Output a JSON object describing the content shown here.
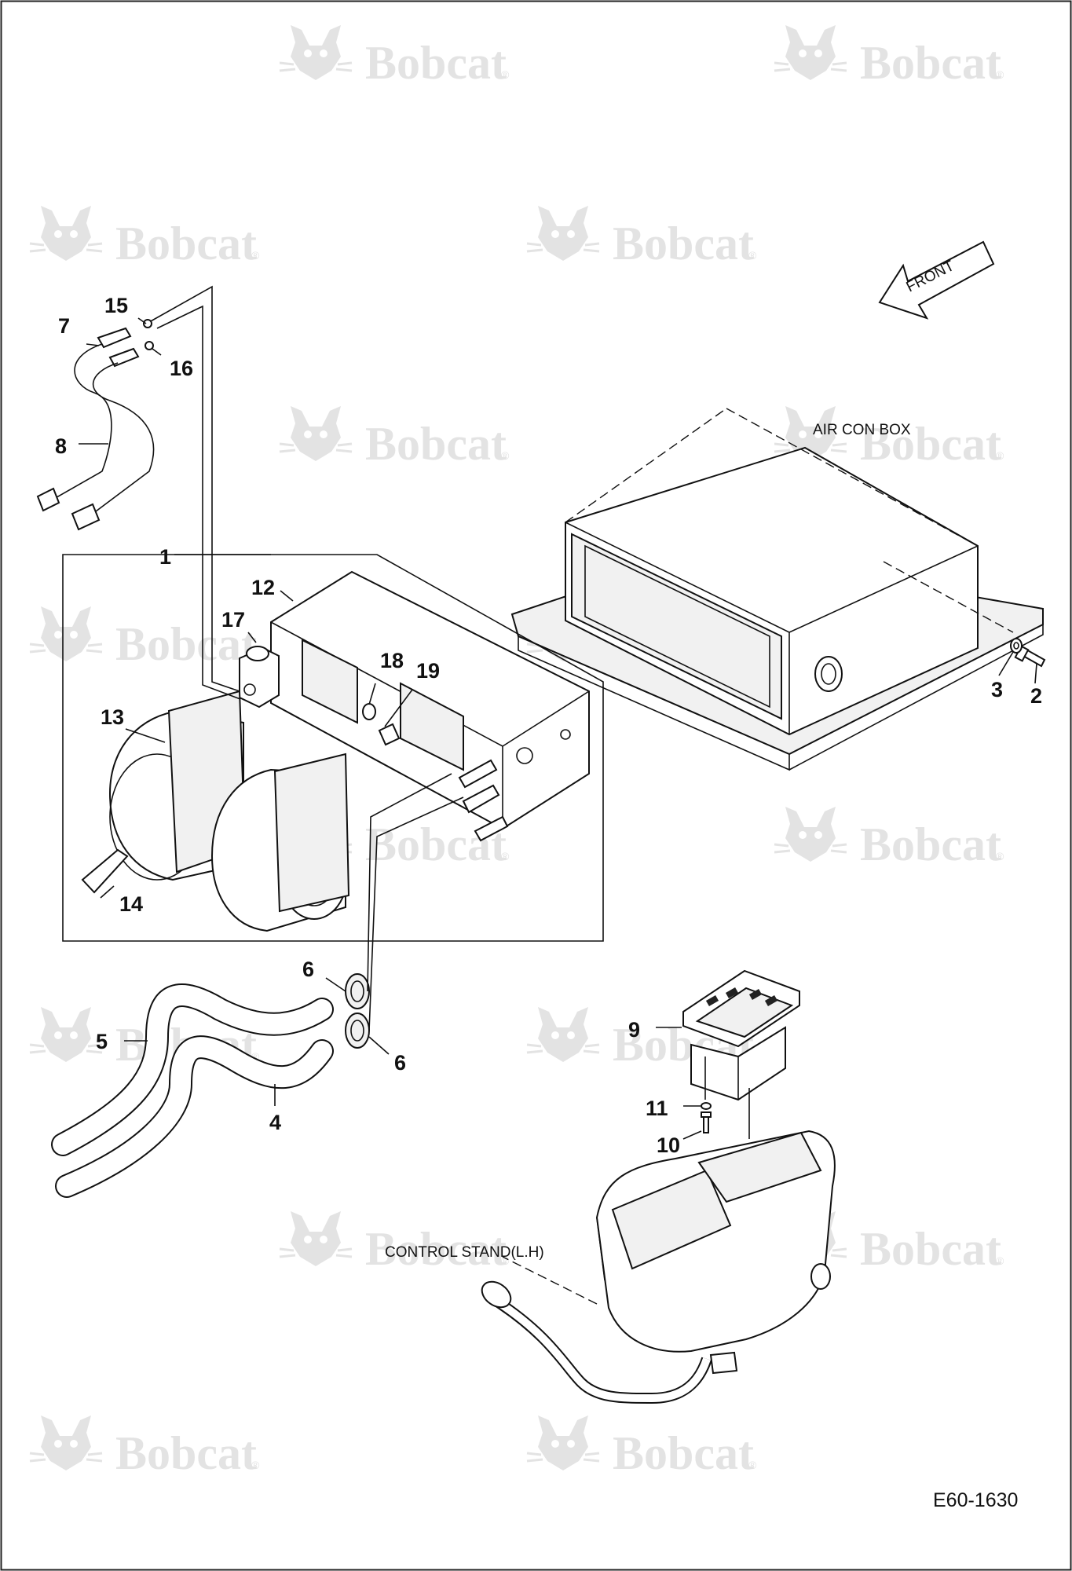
{
  "drawing": {
    "code": "E60-1630",
    "front_label": "FRONT",
    "captions": {
      "air_con_box": "AIR CON BOX",
      "control_stand": "CONTROL STAND(L.H)"
    }
  },
  "watermark": {
    "brand": "Bobcat",
    "registered_mark": "®"
  },
  "callouts": [
    {
      "id": "c1",
      "label": "1"
    },
    {
      "id": "c2",
      "label": "2"
    },
    {
      "id": "c3",
      "label": "3"
    },
    {
      "id": "c4",
      "label": "4"
    },
    {
      "id": "c5",
      "label": "5"
    },
    {
      "id": "c6a",
      "label": "6"
    },
    {
      "id": "c6b",
      "label": "6"
    },
    {
      "id": "c7",
      "label": "7"
    },
    {
      "id": "c8",
      "label": "8"
    },
    {
      "id": "c9",
      "label": "9"
    },
    {
      "id": "c10",
      "label": "10"
    },
    {
      "id": "c11",
      "label": "11"
    },
    {
      "id": "c12",
      "label": "12"
    },
    {
      "id": "c13",
      "label": "13"
    },
    {
      "id": "c14",
      "label": "14"
    },
    {
      "id": "c15",
      "label": "15"
    },
    {
      "id": "c16",
      "label": "16"
    },
    {
      "id": "c17",
      "label": "17"
    },
    {
      "id": "c18",
      "label": "18"
    },
    {
      "id": "c19",
      "label": "19"
    }
  ]
}
